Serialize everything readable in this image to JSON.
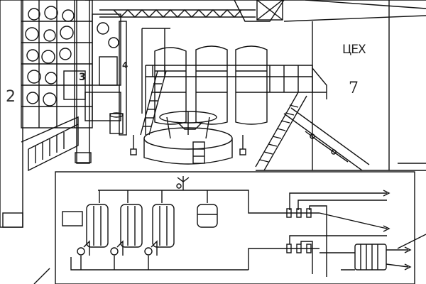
{
  "labels": {
    "column_2": "2",
    "column_3": "3",
    "column_4": "4",
    "shop_label": "ЦЕХ",
    "shop_number": "7"
  },
  "colors": {
    "line": "#111111",
    "background": "#ffffff"
  }
}
